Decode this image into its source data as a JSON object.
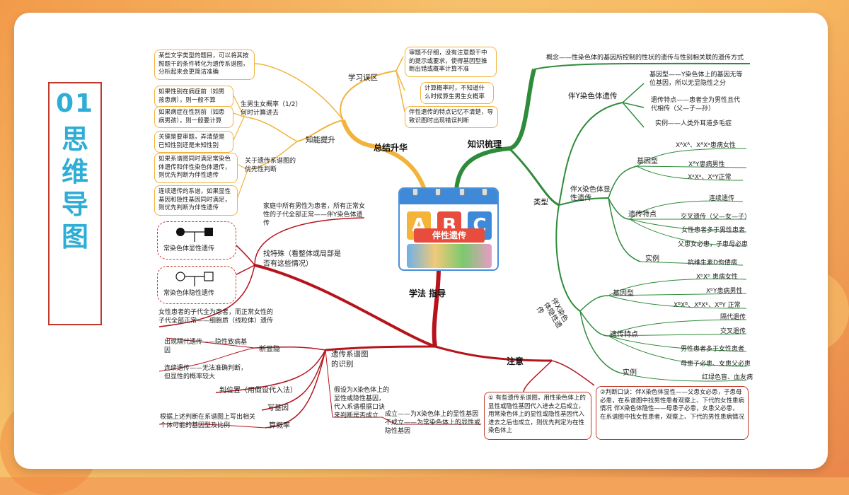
{
  "slide": {
    "section_number": "01",
    "section_title_chars": [
      "思",
      "维",
      "导",
      "图"
    ]
  },
  "center": {
    "title": "伴性遗传",
    "letters": [
      "A",
      "B",
      "C"
    ]
  },
  "branches": {
    "summary": "总结升华",
    "knowledge": "知识梳理",
    "method": "学法 指导",
    "notice": "注意"
  },
  "summary": {
    "learning_mistakes": "学习误区",
    "mistake_boxes": [
      "审题不仔细，没有注意题干中的提示或要求，使得基因型推断出错或概率计算不准",
      "计算概率时，不知道什么时候算生男生女概率",
      "伴性遗传的特点记忆不清楚，导致识图时出现错误判断"
    ],
    "ability_up": "知能提升",
    "probability_node": "生男生女概率（1/2）何时计算进去",
    "pedigree_priority_node": "关于遗传系谱图的优先性判断",
    "ability_boxes": [
      "某些文字类型的题目，可以将其按照题干的条件转化为遗传系谱图，分析起来会更简洁准确",
      "如果性别在病症前（如男孩患病），则一般不算",
      "如果病症在性别前（如患病男孩），则一般要计算",
      "关键是要审题，弄清楚是已知性别还是未知性别",
      "如果系谱图同时满足常染色体遗传和伴性染色体遗传，则优先判断为伴性遗传",
      "连续遗传的系谱，如果显性基因和隐性基因同时满足，则优先判断为伴性遗传"
    ]
  },
  "knowledge": {
    "concept": "概念——性染色体的基因所控制的性状的遗传与性别相关联的遗传方式",
    "y_linked": {
      "label": "伴Y染色体遗传",
      "genotype": "基因型——Y染色体上的基因无等位基因，所以无显隐性之分",
      "feature": "遗传特点——患者全为男性且代代相传（父—子—孙）",
      "example": "实例——人类外耳道多毛症"
    },
    "types": "类型",
    "x_dominant": {
      "label": "伴X染色体显性遗传",
      "genotype_label": "基因型",
      "genotypes": [
        "XᴬXᴬ、XᴬXᵃ患病女性",
        "XᴬY患病男性",
        "XᵃXᵃ、XᵃY正常"
      ],
      "feature_label": "遗传特点",
      "features": [
        "连续遗传",
        "交叉遗传（父—女—子）",
        "女性患者多于男性患者",
        "父患女必患，子患母必患"
      ],
      "example_label": "实例",
      "example": "抗维生素D佝偻病"
    },
    "x_recessive": {
      "label": "伴X染色体隐性遗传",
      "genotype_label": "基因型",
      "genotypes": [
        "XᵇXᵇ 患病女性",
        "XᵇY患病男性",
        "XᴮXᴮ、XᴮXᵇ、XᴮY 正常"
      ],
      "feature_label": "遗传特点",
      "features": [
        "隔代遗传",
        "交叉遗传",
        "男性患者多于女性患者",
        "母患子必患、女患父必患"
      ],
      "example_label": "实例",
      "example": "红绿色盲、血友病"
    }
  },
  "method": {
    "find_special": "找特殊（看整体或局部是否有这些情况）",
    "top_note": "家庭中所有男性为患者，所有正常女性的子代全部正常——伴Y染色体遗传",
    "pedigree_dominant": "常染色体显性遗传",
    "pedigree_recessive": "常染色体隐性遗传",
    "mito_note": "女性患者的子代全为患者，而正常女性的子代全部正常——细胞质（线粒体）遗传",
    "pedigree_id": "遗传系谱图的识别",
    "dominance": "断显隐",
    "dom_items": [
      "出现隔代遗传——隐性致病基因",
      "连续遗传——无法准确判断，但显性的概率较大"
    ],
    "locate": "判位置（用假设代入法）",
    "write_genotype": "写基因",
    "calc_prob": "算概率",
    "calc_note": "根据上述判断在系谱图上写出相关个体可能的基因型及比例",
    "hypothesis": "假设为X染色体上的显性或隐性基因，代入系谱根据口诀来判断是否成立",
    "result": "成立——为X染色体上的显性基因不成立——为常染色体上的显性或隐性基因"
  },
  "notice": {
    "box1": "① 有些遗传系谱图，用性染色体上的显性或隐性基因代入进去之后成立，用常染色体上的显性或隐性基因代入进去之后也成立，则优先判定为在性染色体上",
    "box2": "②判断口诀：伴X染色体显性——父患女必患，子患母必患，在系谱图中找男性患者观察上、下代的女性患病情况 伴X染色体隐性——母患子必患，女患父必患，在系谱图中找女性患者，观察上、下代的男性患病情况"
  },
  "colors": {
    "accent_blue": "#2eaed6",
    "red": "#c0392b",
    "green": "#2e8b3a",
    "yellow": "#f2b33d",
    "dark_red": "#b5141c"
  }
}
